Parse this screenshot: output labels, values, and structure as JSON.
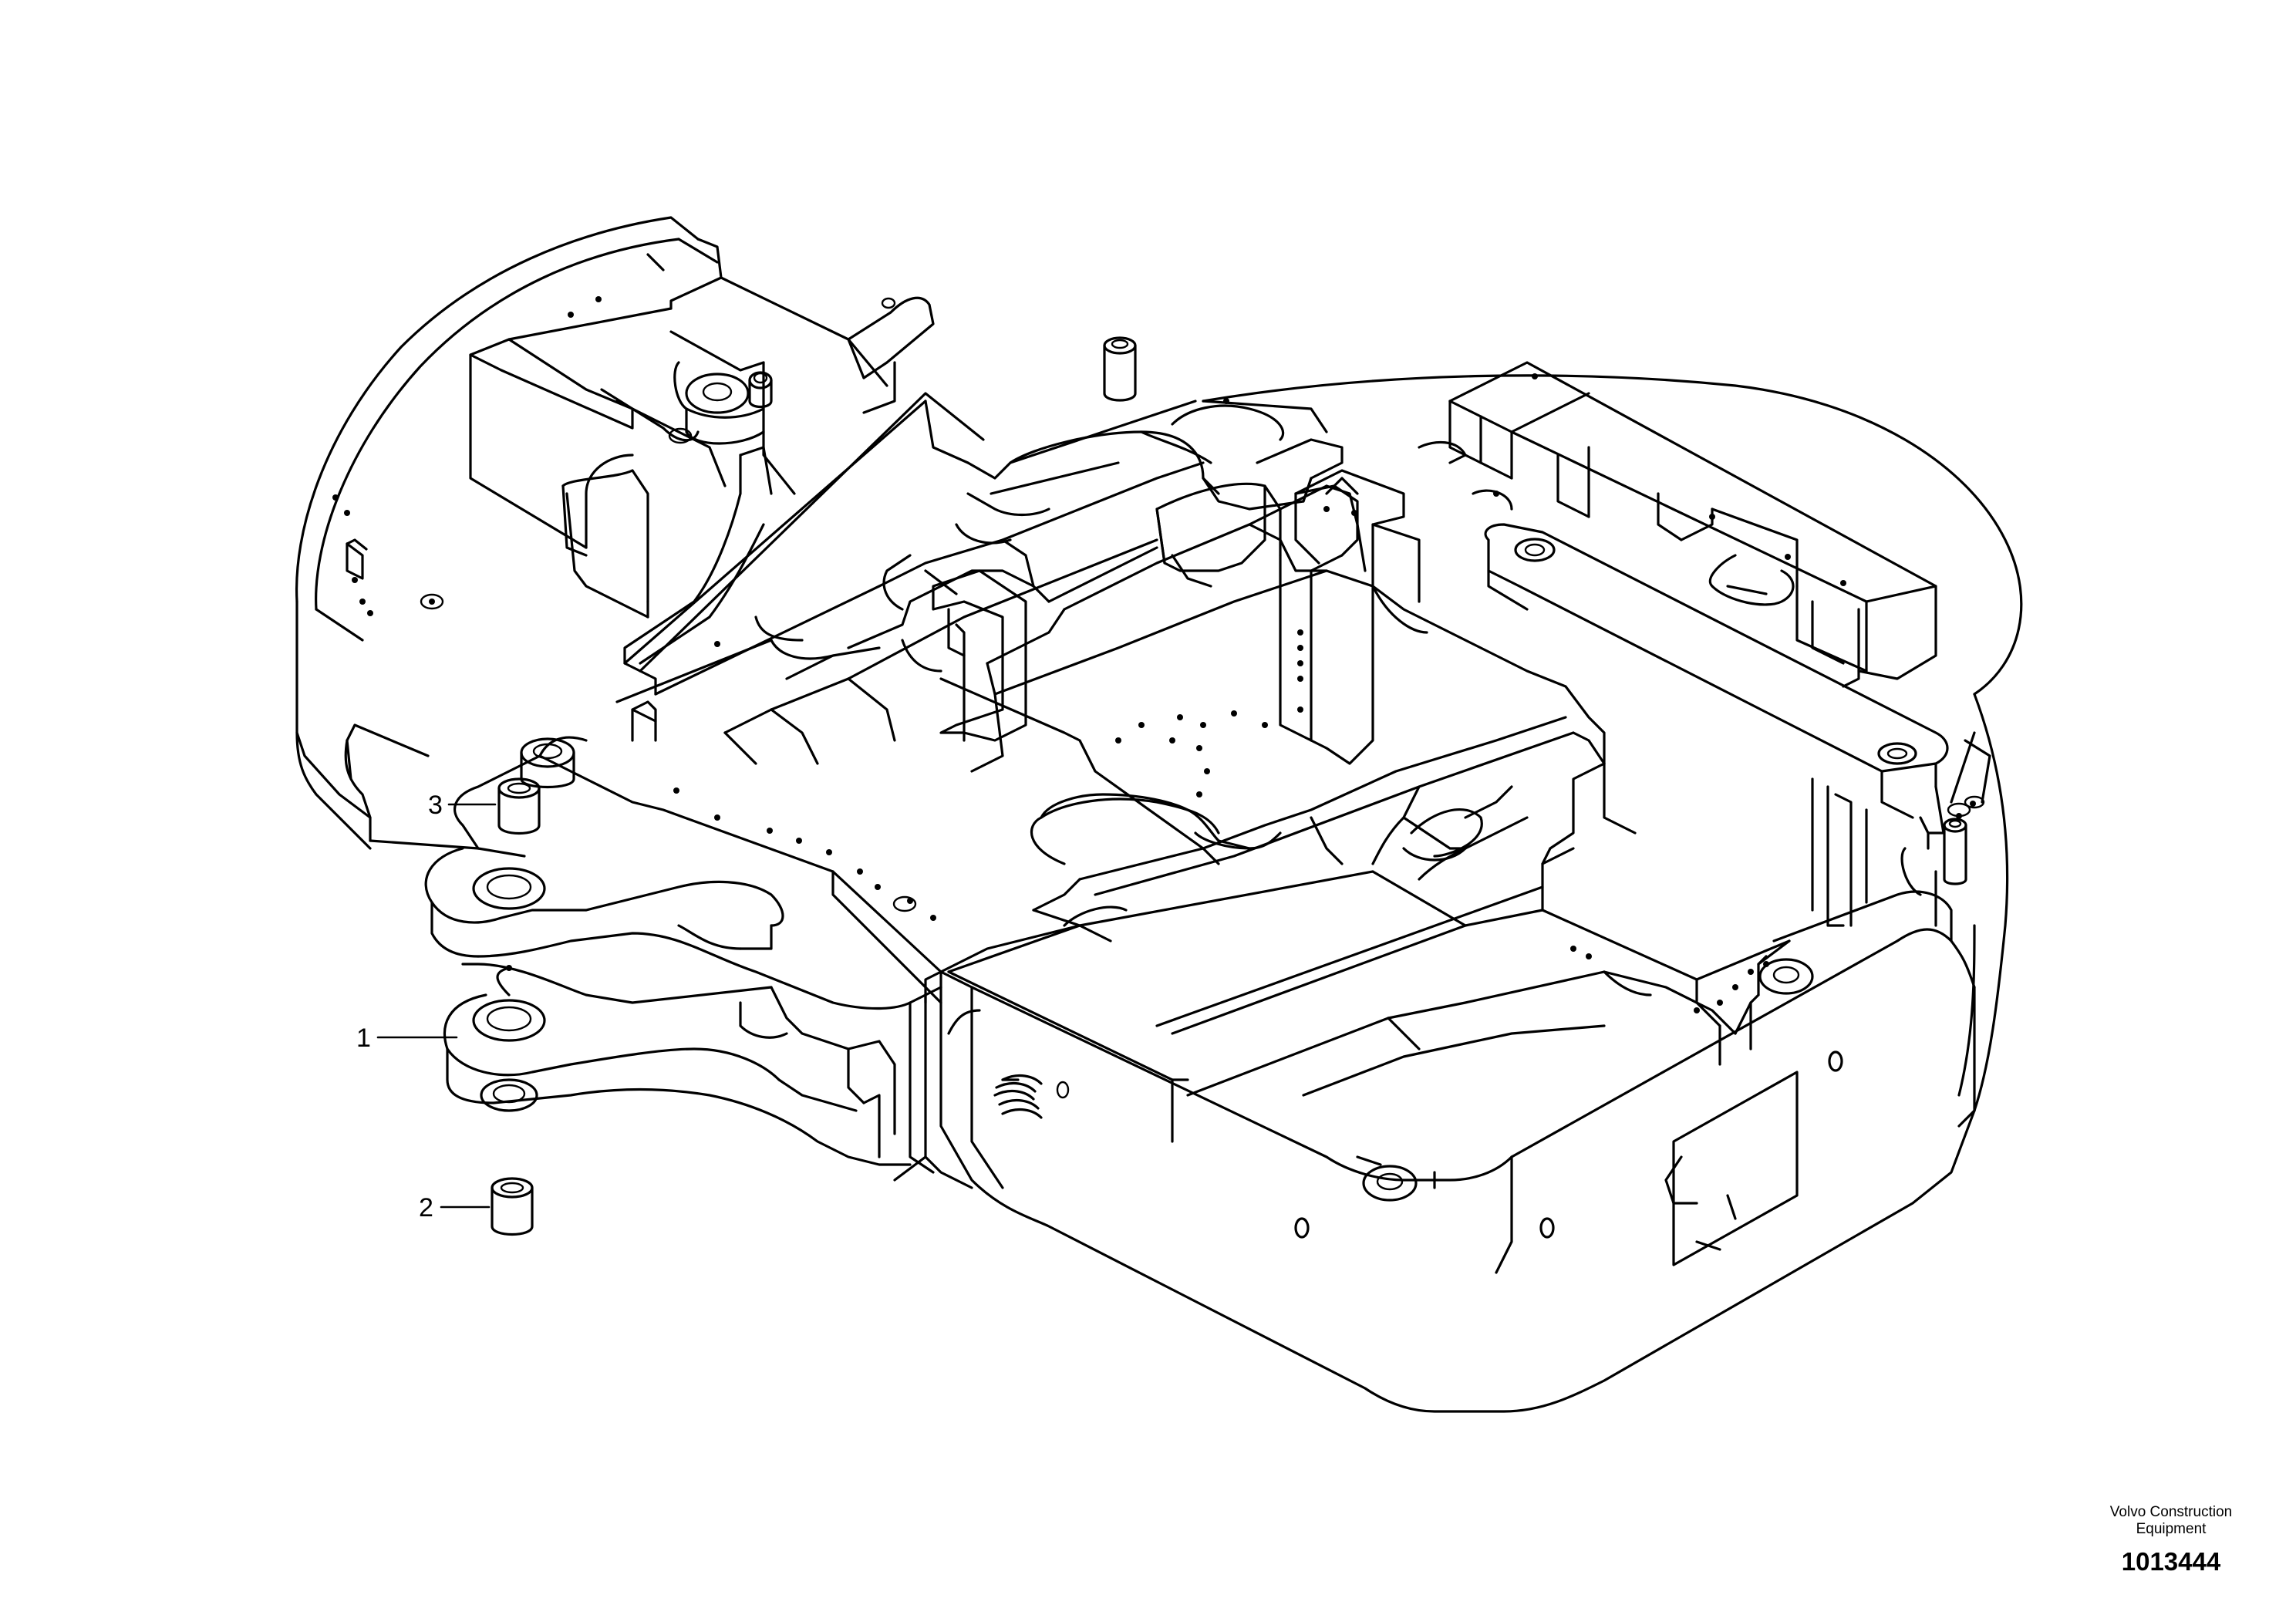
{
  "diagram": {
    "callouts": [
      {
        "id": "callout-1",
        "label": "1"
      },
      {
        "id": "callout-2",
        "label": "2"
      },
      {
        "id": "callout-3",
        "label": "3"
      }
    ]
  },
  "title_block": {
    "maker_line1": "Volvo Construction",
    "maker_line2": "Equipment",
    "document_number": "1013444"
  }
}
